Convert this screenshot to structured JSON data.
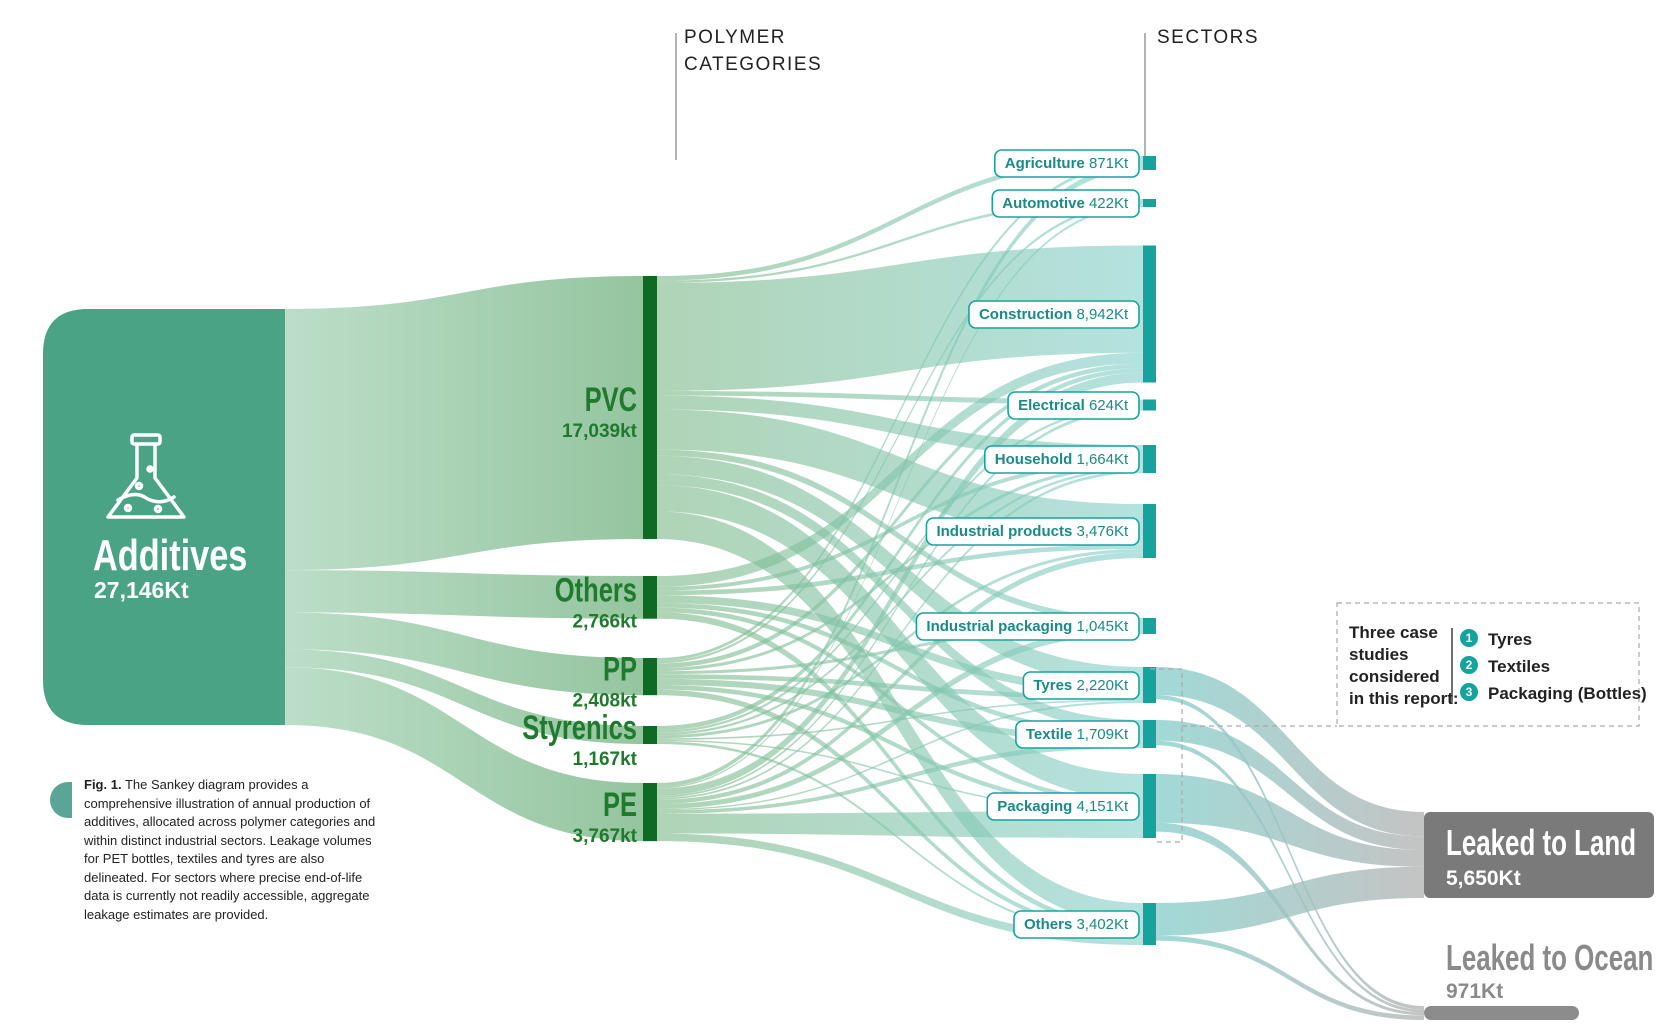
{
  "headers": {
    "polymer_line1": "POLYMER",
    "polymer_line2": "CATEGORIES",
    "sectors": "SECTORS"
  },
  "source": {
    "name": "Additives",
    "value_label": "27,146Kt",
    "value": 27146
  },
  "polymers": [
    {
      "name": "PVC",
      "value_label": "17,039kt",
      "value": 17039
    },
    {
      "name": "Others",
      "value_label": "2,766kt",
      "value": 2766
    },
    {
      "name": "PP",
      "value_label": "2,408kt",
      "value": 2408
    },
    {
      "name": "Styrenics",
      "value_label": "1,167kt",
      "value": 1167
    },
    {
      "name": "PE",
      "value_label": "3,767kt",
      "value": 3767
    }
  ],
  "sectors": [
    {
      "name": "Agriculture",
      "value_label": "871Kt",
      "value": 871
    },
    {
      "name": "Automotive",
      "value_label": "422Kt",
      "value": 422
    },
    {
      "name": "Construction",
      "value_label": "8,942Kt",
      "value": 8942
    },
    {
      "name": "Electrical",
      "value_label": "624Kt",
      "value": 624
    },
    {
      "name": "Household",
      "value_label": "1,664Kt",
      "value": 1664
    },
    {
      "name": "Industrial products",
      "value_label": "3,476Kt",
      "value": 3476
    },
    {
      "name": "Industrial packaging",
      "value_label": "1,045Kt",
      "value": 1045
    },
    {
      "name": "Tyres",
      "value_label": "2,220Kt",
      "value": 2220
    },
    {
      "name": "Textile",
      "value_label": "1,709Kt",
      "value": 1709
    },
    {
      "name": "Packaging",
      "value_label": "4,151Kt",
      "value": 4151
    },
    {
      "name": "Others",
      "value_label": "3,402Kt",
      "value": 3402
    }
  ],
  "outputs": [
    {
      "name": "Leaked to Land",
      "value_label": "5,650Kt",
      "value": 5650
    },
    {
      "name": "Leaked to Ocean",
      "value_label": "971Kt",
      "value": 971
    }
  ],
  "case_studies": {
    "intro_lines": [
      "Three case",
      "studies",
      "considered",
      "in this report:"
    ],
    "items": [
      {
        "number": "1",
        "label": "Tyres"
      },
      {
        "number": "2",
        "label": "Textiles"
      },
      {
        "number": "3",
        "label": "Packaging (Bottles)"
      }
    ]
  },
  "caption": {
    "lead": "Fig. 1.",
    "text": "The Sankey diagram provides a comprehensive illustration of annual production of additives, allocated across polymer categories and within distinct industrial sectors. Leakage volumes for PET bottles, textiles and tyres are also delineated. For sectors where precise end-of-life data is currently not readily accessible, aggregate leakage estimates are provided."
  },
  "colors": {
    "source": "#4aa384",
    "polymer_bar": "#0e6b23",
    "polymer_text": "#1f7a2e",
    "sector_bar": "#16a39e",
    "sector_text": "#1a8a86",
    "land": "#7a7a7a",
    "ocean": "#8c8c8c",
    "flow_green": "#7fbc8a",
    "flow_teal": "#7fcfc9",
    "flow_grey": "#b4b4b4"
  },
  "links_polymer_sector": [
    [
      "PVC",
      "Construction",
      7000
    ],
    [
      "PVC",
      "Agriculture",
      300
    ],
    [
      "PVC",
      "Automotive",
      150
    ],
    [
      "PVC",
      "Electrical",
      300
    ],
    [
      "PVC",
      "Household",
      900
    ],
    [
      "PVC",
      "Industrial products",
      2600
    ],
    [
      "PVC",
      "Industrial packaging",
      400
    ],
    [
      "PVC",
      "Tyres",
      1200
    ],
    [
      "PVC",
      "Textile",
      700
    ],
    [
      "PVC",
      "Packaging",
      1700
    ],
    [
      "PVC",
      "Others",
      1789
    ],
    [
      "Others",
      "Construction",
      700
    ],
    [
      "Others",
      "Household",
      250
    ],
    [
      "Others",
      "Industrial products",
      300
    ],
    [
      "Others",
      "Tyres",
      500
    ],
    [
      "Others",
      "Textile",
      300
    ],
    [
      "Others",
      "Packaging",
      300
    ],
    [
      "Others",
      "Others",
      416
    ],
    [
      "PP",
      "Agriculture",
      200
    ],
    [
      "PP",
      "Automotive",
      150
    ],
    [
      "PP",
      "Construction",
      300
    ],
    [
      "PP",
      "Household",
      200
    ],
    [
      "PP",
      "Industrial packaging",
      200
    ],
    [
      "PP",
      "Tyres",
      300
    ],
    [
      "PP",
      "Textile",
      400
    ],
    [
      "PP",
      "Packaging",
      300
    ],
    [
      "PP",
      "Others",
      358
    ],
    [
      "Styrenics",
      "Construction",
      300
    ],
    [
      "Styrenics",
      "Electrical",
      150
    ],
    [
      "Styrenics",
      "Household",
      150
    ],
    [
      "Styrenics",
      "Industrial products",
      200
    ],
    [
      "Styrenics",
      "Tyres",
      100
    ],
    [
      "Styrenics",
      "Packaging",
      100
    ],
    [
      "Styrenics",
      "Others",
      167
    ],
    [
      "PE",
      "Agriculture",
      371
    ],
    [
      "PE",
      "Automotive",
      122
    ],
    [
      "PE",
      "Construction",
      642
    ],
    [
      "PE",
      "Electrical",
      174
    ],
    [
      "PE",
      "Household",
      164
    ],
    [
      "PE",
      "Industrial products",
      376
    ],
    [
      "PE",
      "Industrial packaging",
      445
    ],
    [
      "PE",
      "Tyres",
      120
    ],
    [
      "PE",
      "Textile",
      309
    ],
    [
      "PE",
      "Packaging",
      1751
    ],
    [
      "PE",
      "Others",
      672
    ]
  ],
  "links_sector_output": [
    [
      "Tyres",
      "Leaked to Land",
      1600
    ],
    [
      "Tyres",
      "Leaked to Ocean",
      250
    ],
    [
      "Textile",
      "Leaked to Land",
      900
    ],
    [
      "Textile",
      "Leaked to Ocean",
      200
    ],
    [
      "Packaging",
      "Leaked to Land",
      1100
    ],
    [
      "Packaging",
      "Leaked to Ocean",
      200
    ],
    [
      "Others",
      "Leaked to Land",
      2050
    ],
    [
      "Others",
      "Leaked to Ocean",
      321
    ]
  ]
}
